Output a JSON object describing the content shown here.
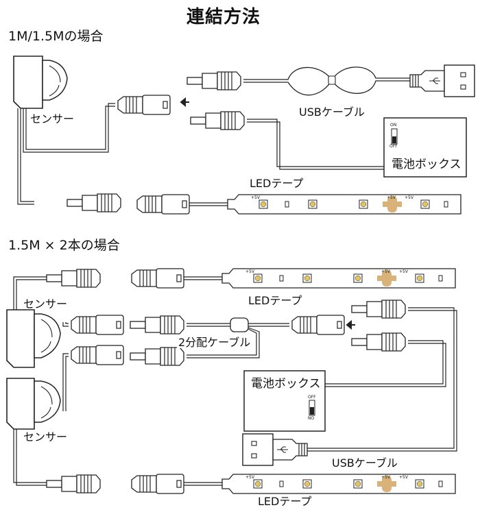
{
  "title": "連結方法",
  "section1": {
    "heading": "1M/1.5Mの場合",
    "sensor_label": "センサー",
    "usb_label": "USBケーブル",
    "battery_label": "電池ボックス",
    "switch_on": "ON",
    "switch_off": "OFF",
    "led_label": "LEDテープ",
    "led_voltage": "+5V"
  },
  "section2": {
    "heading": "1.5M × 2本の場合",
    "sensor_label_1": "センサー",
    "sensor_label_2": "センサー",
    "led_label_1": "LEDテープ",
    "led_label_2": "LEDテープ",
    "splitter_label": "2分配ケーブル",
    "battery_label": "電池ボックス",
    "switch_off": "OFF",
    "switch_no": "NO",
    "usb_label": "USBケーブル",
    "led_voltage": "+5V"
  },
  "colors": {
    "line": "#222222",
    "resistor": "#d9b27a",
    "led_chip": "#e8c35a"
  }
}
